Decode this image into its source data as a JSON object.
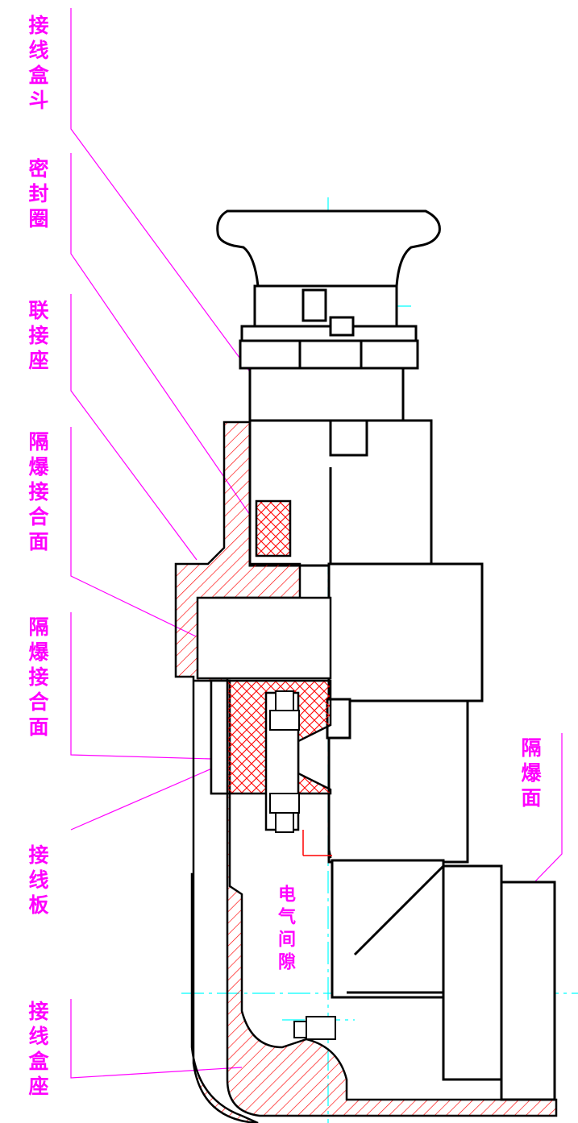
{
  "labels": {
    "top_right_1": "接线盒斗",
    "top_right_2": "密封圈",
    "top_right_3": "联接座",
    "mid_1": "隔爆接合面",
    "mid_2": "隔爆接合面",
    "left_plate": "接线板",
    "bottom_left": "接线盒座",
    "right_face": "隔爆面",
    "center_note": "电气间隙"
  },
  "colors": {
    "outline": "#000000",
    "hatch": "#ff0000",
    "centerline": "#00ffff",
    "leader": "#ff00ff"
  }
}
